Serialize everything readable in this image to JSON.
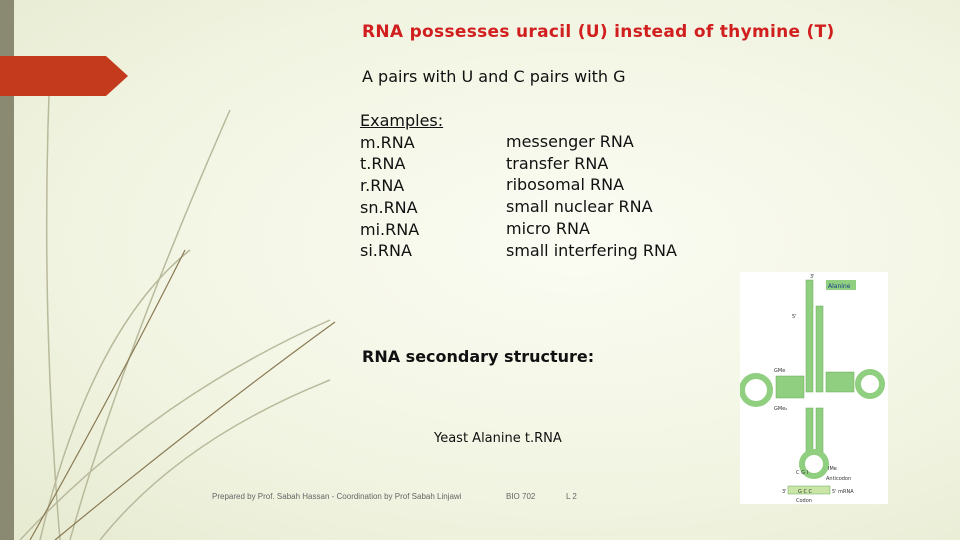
{
  "title": "RNA possesses uracil (U) instead of thymine (T)",
  "subtitle": "A pairs with U and C pairs with G",
  "examples": {
    "header": "Examples:",
    "abbrs": [
      "m.RNA",
      "t.RNA",
      "r.RNA",
      "sn.RNA",
      "mi.RNA",
      "si.RNA"
    ],
    "meanings": [
      "messenger RNA",
      "transfer RNA",
      "ribosomal RNA",
      "small nuclear RNA",
      "micro RNA",
      "small interfering RNA"
    ]
  },
  "secondary_heading": "RNA secondary structure:",
  "figure": {
    "caption": "Yeast Alanine t.RNA",
    "labels": {
      "alanine": "Alanine",
      "end3": "3'",
      "end5": "5'",
      "gme": "GMe",
      "gme2": "GMe₂",
      "anticodon": "Anticodon",
      "codon": "Codon",
      "mrna": "5' mRNA",
      "mrna3": "3'",
      "ime": "IMe",
      "anticodon_seq": "C G I",
      "codon_seq": "G C C"
    }
  },
  "footer": {
    "credit": "Prepared by Prof. Sabah Hassan - Coordination by Prof Sabah Linjawi",
    "course": "BIO 702",
    "lecture": "L 2"
  },
  "colors": {
    "title": "#d11f1f",
    "arrow": "#c43a1d",
    "sidebar": "#8a8a72",
    "helix": "#8fcf7f"
  }
}
